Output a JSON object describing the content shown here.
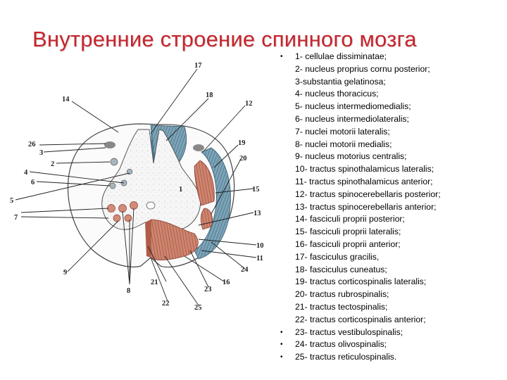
{
  "title": "Внутренние строение спинного мозга",
  "legend": [
    {
      "text": "1- cellulae dissiminatae;",
      "bullet": true
    },
    {
      "text": "2- nucleus proprius cornu posterior;",
      "bullet": false
    },
    {
      "text": "3-substantia gelatinosa;",
      "bullet": false
    },
    {
      "text": "4- nucleus thoracicus;",
      "bullet": false
    },
    {
      "text": "5- nucleus intermediomedialis;",
      "bullet": false
    },
    {
      "text": " 6- nucleus intermediolateralis;",
      "bullet": false
    },
    {
      "text": " 7- nuclei motorii lateralis;",
      "bullet": false
    },
    {
      "text": "8- nuclei motorii medialis;",
      "bullet": false
    },
    {
      "text": "9- nucleus motorius centralis;",
      "bullet": false
    },
    {
      "text": "10- tractus spinothalamicus lateralis;",
      "bullet": false
    },
    {
      "text": "11- tractus spinothalamicus anterior;",
      "bullet": false
    },
    {
      "text": "12- tractus spinocerebellaris posterior;",
      "bullet": false
    },
    {
      "text": "13- tractus spinocerebellaris anterior;",
      "bullet": false
    },
    {
      "text": "14- fasciculi proprii posterior;",
      "bullet": false
    },
    {
      "text": "15- fasciculi proprii lateralis;",
      "bullet": false
    },
    {
      "text": "16- fasciculi proprii anterior;",
      "bullet": false
    },
    {
      "text": "17- fasciculus gracilis,",
      "bullet": false
    },
    {
      "text": "18- fasciculus cuneatus;",
      "bullet": false
    },
    {
      "text": "19- tractus corticospinalis lateralis;",
      "bullet": false
    },
    {
      "text": "20- tractus rubrospinalis;",
      "bullet": false
    },
    {
      "text": "21- tractus tectospinalis;",
      "bullet": false
    },
    {
      "text": "22- tractus corticospinalis anterior;",
      "bullet": false
    },
    {
      "text": "23- tractus vestibulospinalis;",
      "bullet": true
    },
    {
      "text": "24- tractus olivospinalis;",
      "bullet": true
    },
    {
      "text": "25- tractus reticulospinalis.",
      "bullet": true
    }
  ],
  "diagram_labels": {
    "n1": "1",
    "n2": "2",
    "n3": "3",
    "n4": "4",
    "n5": "5",
    "n6": "6",
    "n7": "7",
    "n8": "8",
    "n9": "9",
    "n10": "10",
    "n11": "11",
    "n12": "12",
    "n13": "13",
    "n14": "14",
    "n15": "15",
    "n16": "16",
    "n17": "17",
    "n18": "18",
    "n19": "19",
    "n20": "20",
    "n21": "21",
    "n22": "22",
    "n23": "23",
    "n24": "24",
    "n25": "25",
    "n26": "26"
  },
  "colors": {
    "title": "#c8242c",
    "tract_blue": "#5f8fa8",
    "tract_red": "#c06f5a",
    "nucleus_red": "#d48a78",
    "grey_matter": "#f2f2f2"
  }
}
